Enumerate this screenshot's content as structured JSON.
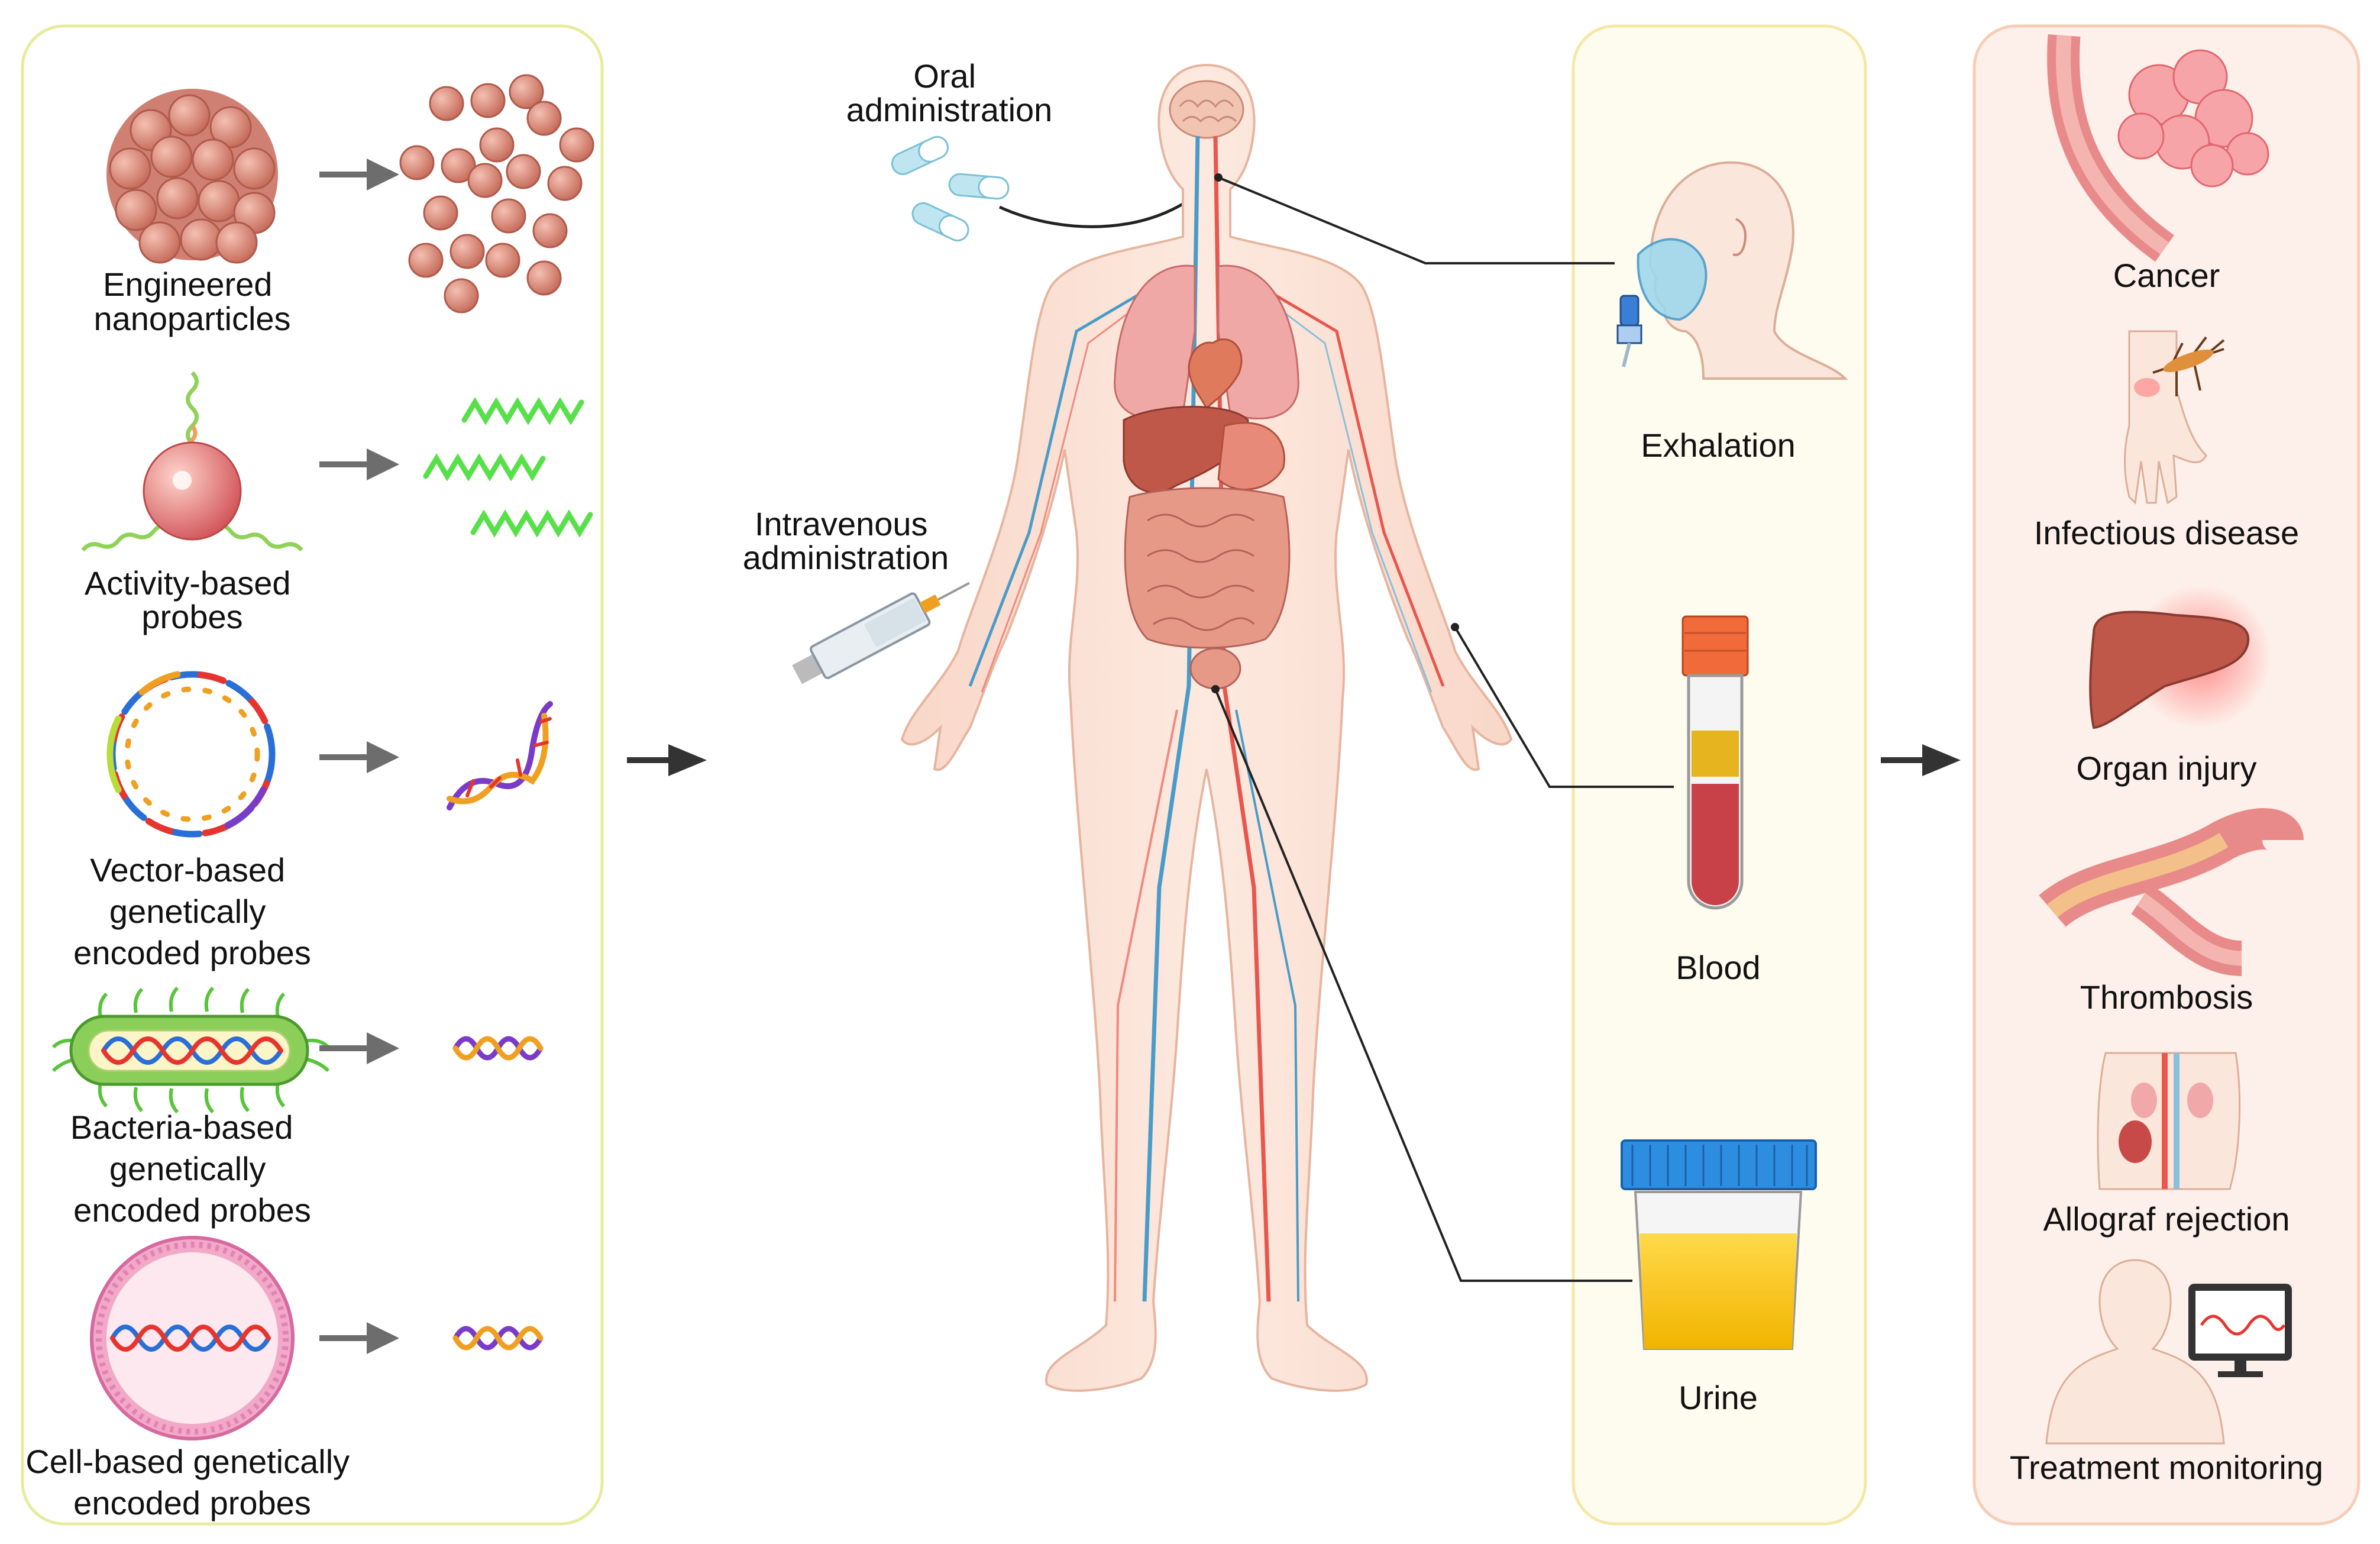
{
  "probes": {
    "engineered_nanoparticles": [
      "Engineered",
      "nanoparticles"
    ],
    "activity_based": [
      "Activity-based",
      "probes"
    ],
    "vector_based": [
      "Vector-based",
      "genetically",
      "encoded probes"
    ],
    "bacteria_based": [
      "Bacteria-based",
      "genetically",
      "encoded probes"
    ],
    "cell_based": [
      "Cell-based genetically",
      "encoded probes"
    ]
  },
  "administration": {
    "oral": [
      "Oral",
      "administration"
    ],
    "intravenous": [
      "Intravenous",
      "administration"
    ]
  },
  "samples": {
    "exhalation": "Exhalation",
    "blood": "Blood",
    "urine": "Urine"
  },
  "applications": {
    "cancer": "Cancer",
    "infectious": "Infectious disease",
    "organ_injury": "Organ injury",
    "thrombosis": "Thrombosis",
    "allograft": "Allograf rejection",
    "treatment": "Treatment monitoring"
  },
  "colors": {
    "left_panel_border": "#e8eeaa",
    "mid_panel_bg": "#fefbef",
    "right_panel_bg": "#fdefe9",
    "right_panel_border": "#f6cdb6",
    "arrow": "#6d6d6d",
    "nanoparticle": "#d98b7c",
    "activity_signal": "#58e04a",
    "dna_red": "#e6352e",
    "dna_blue": "#2a6fd6",
    "dna_orange": "#f0a020",
    "dna_purple": "#7a3cc8"
  }
}
